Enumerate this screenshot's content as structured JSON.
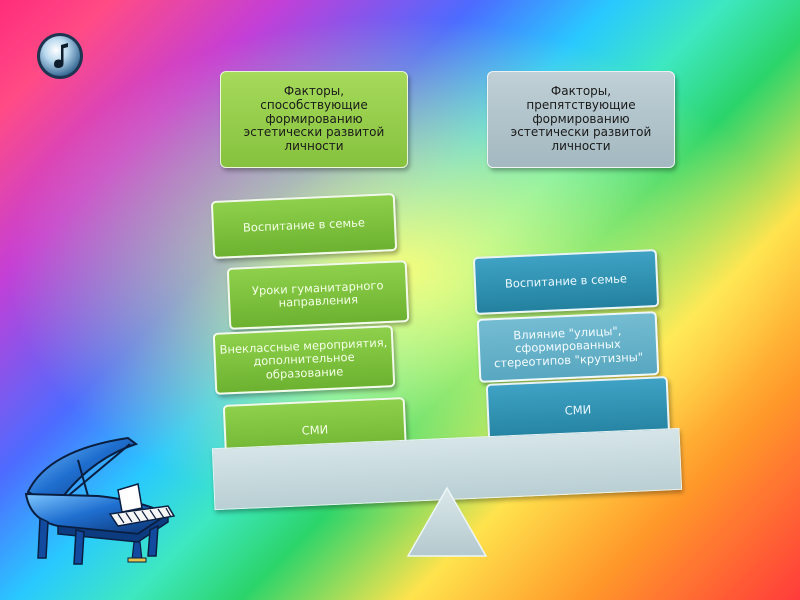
{
  "icons": {
    "note": "music-note-icon",
    "piano": "grand-piano-icon"
  },
  "left": {
    "header": [
      "Факторы,",
      "способствующие",
      "формированию",
      "эстетически развитой",
      "личности"
    ],
    "items": [
      [
        "Воспитание в семье"
      ],
      [
        "Уроки гуманитарного",
        "направления"
      ],
      [
        "Внеклассные мероприятия,",
        "дополнительное",
        "образование"
      ],
      [
        "СМИ"
      ]
    ]
  },
  "right": {
    "header": [
      "Факторы,",
      "препятствующие",
      "формированию",
      "эстетически развитой",
      "личности"
    ],
    "items": [
      [
        "Воспитание в семье"
      ],
      [
        "Влияние \"улицы\",",
        "сформированных",
        "стереотипов \"крутизны\""
      ],
      [
        "СМИ"
      ]
    ]
  },
  "colors": {
    "left_accent": "#86c23e",
    "right_accent": "#23819f",
    "header_right": "#a3b8c0"
  }
}
